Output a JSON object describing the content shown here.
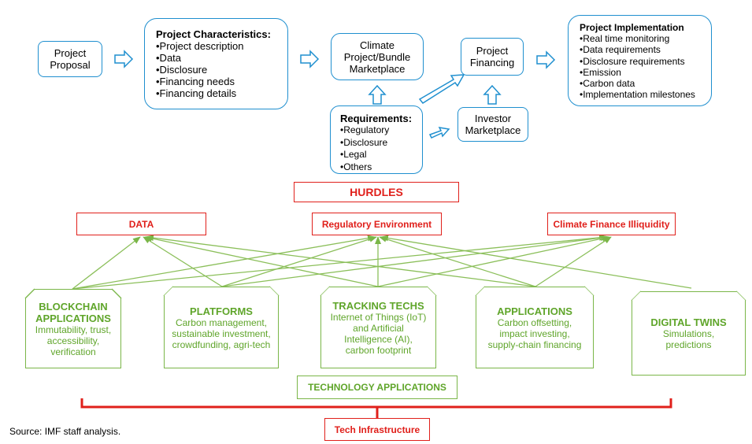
{
  "flow": {
    "proposal": "Project Proposal",
    "characteristics": {
      "title": "Project Characteristics:",
      "items": [
        "•Project description",
        "•Data",
        "•Disclosure",
        "•Financing needs",
        "•Financing details"
      ]
    },
    "marketplace": "Climate Project/Bundle Marketplace",
    "requirements": {
      "title": "Requirements:",
      "items": [
        "•Regulatory",
        "•Disclosure",
        "•Legal",
        "•Others"
      ]
    },
    "financing": "Project Financing",
    "investor": "Investor Marketplace",
    "implementation": {
      "title": "Project Implementation",
      "items": [
        "•Real time monitoring",
        "•Data requirements",
        "•Disclosure requirements",
        "•Emission",
        "•Carbon data",
        "•Implementation milestones"
      ]
    }
  },
  "hurdles": {
    "title": "HURDLES",
    "items": [
      "DATA",
      "Regulatory Environment",
      "Climate Finance Illiquidity"
    ]
  },
  "technologies": [
    {
      "title": "BLOCKCHAIN APPLICATIONS",
      "desc": "Immutability, trust, accessibility, verification"
    },
    {
      "title": "PLATFORMS",
      "desc": "Carbon management, sustainable investment, crowdfunding, agri-tech"
    },
    {
      "title": "TRACKING TECHS",
      "desc": "Internet of Things (IoT) and Artificial Intelligence (AI), carbon footprint"
    },
    {
      "title": "APPLICATIONS",
      "desc": "Carbon offsetting, impact investing, supply-chain financing"
    },
    {
      "title": "DIGITAL TWINS",
      "desc": "Simulations, predictions"
    }
  ],
  "tech_applications": "TECHNOLOGY APPLICATIONS",
  "tech_infrastructure": "Tech Infrastructure",
  "source": "Source: IMF staff analysis.",
  "colors": {
    "blue": "#1f8fcf",
    "red": "#e0201b",
    "green": "#7ab648",
    "green_text": "#5fa52a"
  }
}
